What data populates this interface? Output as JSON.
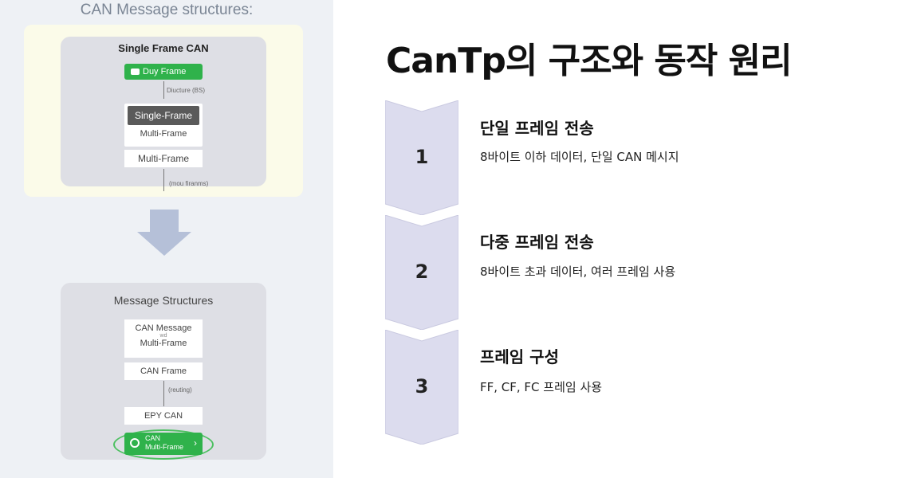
{
  "left_panel": {
    "title": "CAN Message structures:",
    "single_frame_card": {
      "title": "Single Frame CAN",
      "green_button": "Duy Frame",
      "arrow_label_1": "Diucture (BS)",
      "selected_item": "Single-Frame",
      "item_2": "Multi-Frame",
      "item_3": "Multi-Frame",
      "arrow_label_2": "(mou firanms)"
    },
    "message_card": {
      "title": "Message Structures",
      "box1_line1": "CAN Message",
      "box1_line2": "wd",
      "box1_line3": "Multi-Frame",
      "box2": "CAN Frame",
      "arrow_label": "(reuting)",
      "box3": "EPY CAN",
      "green_button_line1": "CAN",
      "green_button_line2": "Multi-Frame"
    }
  },
  "main": {
    "title": "CanTp의 구조와 동작 원리",
    "steps": [
      {
        "number": "1",
        "title": "단일 프레임 전송",
        "desc": "8바이트 이하 데이터, 단일 CAN 메시지"
      },
      {
        "number": "2",
        "title": "다중 프레임 전송",
        "desc": "8바이트 초과 데이터, 여러 프레임 사용"
      },
      {
        "number": "3",
        "title": "프레임 구성",
        "desc": "FF, CF, FC 프레임 사용"
      }
    ]
  },
  "colors": {
    "chevron_fill": "#dcdcee",
    "chevron_stroke": "#c9c9e0",
    "green": "#2fb24b",
    "left_bg": "#eef1f5"
  }
}
